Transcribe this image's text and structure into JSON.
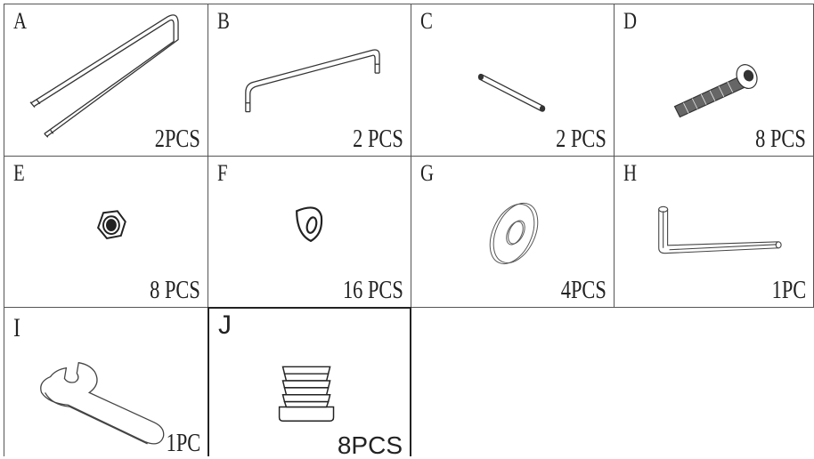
{
  "parts": [
    {
      "letter": "A",
      "qty": "2PCS",
      "icon": "u-shaped-rod-icon"
    },
    {
      "letter": "B",
      "qty": "2 PCS",
      "icon": "bent-bar-icon"
    },
    {
      "letter": "C",
      "qty": "2 PCS",
      "icon": "pin-rod-icon"
    },
    {
      "letter": "D",
      "qty": "8 PCS",
      "icon": "hex-socket-bolt-icon"
    },
    {
      "letter": "E",
      "qty": "8 PCS",
      "icon": "hex-nut-icon"
    },
    {
      "letter": "F",
      "qty": "16 PCS",
      "icon": "teardrop-washer-icon"
    },
    {
      "letter": "G",
      "qty": "4PCS",
      "icon": "flat-washer-icon"
    },
    {
      "letter": "H",
      "qty": "1PC",
      "icon": "allen-key-icon"
    },
    {
      "letter": "I",
      "qty": "1PC",
      "icon": "wrench-icon"
    },
    {
      "letter": "J",
      "qty": "8PCS",
      "icon": "end-cap-plug-icon"
    }
  ]
}
